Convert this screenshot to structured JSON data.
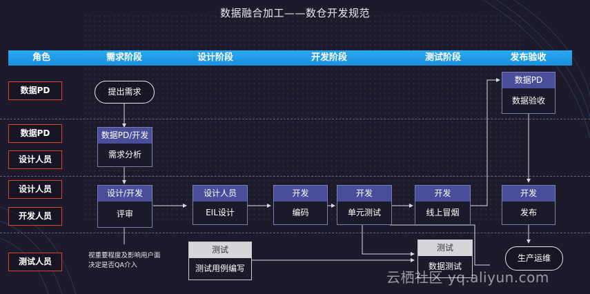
{
  "title": "数据融合加工——数仓开发规范",
  "header": [
    "角色",
    "需求阶段",
    "设计阶段",
    "开发阶段",
    "测试阶段",
    "发布验收"
  ],
  "roles": {
    "r1": "数据PD",
    "r2": "数据PD",
    "r3": "设计人员",
    "r4": "设计人员",
    "r5": "开发人员",
    "r6": "测试人员"
  },
  "nodes": {
    "raise_req": "提出需求",
    "req_analysis_hd": "数据PD/开发",
    "req_analysis_bd": "需求分析",
    "review_hd": "设计/开发",
    "review_bd": "评审",
    "eil_hd": "设计人员",
    "eil_bd": "EIL设计",
    "coding_hd": "开发",
    "coding_bd": "编码",
    "unit_test_hd": "开发",
    "unit_test_bd": "单元测试",
    "smoke_hd": "开发",
    "smoke_bd": "线上冒烟",
    "accept_hd": "数据PD",
    "accept_bd": "数据验收",
    "release_hd": "开发",
    "release_bd": "发布",
    "testcase_hd": "测试",
    "testcase_bd": "测试用例编写",
    "datatest_hd": "测试",
    "datatest_bd": "数据测试",
    "ops": "生产运维"
  },
  "note": {
    "line1": "视重要程度及影响用户面",
    "line2": "决定是否QA介入"
  },
  "watermark": "云栖社区 yq.aliyun.com",
  "colors": {
    "background": "#1d1b2b",
    "header": "#1a8fdc",
    "role_border": "#d7452c",
    "box_header": "#4a4d9a",
    "test_header": "#d6d6da"
  }
}
